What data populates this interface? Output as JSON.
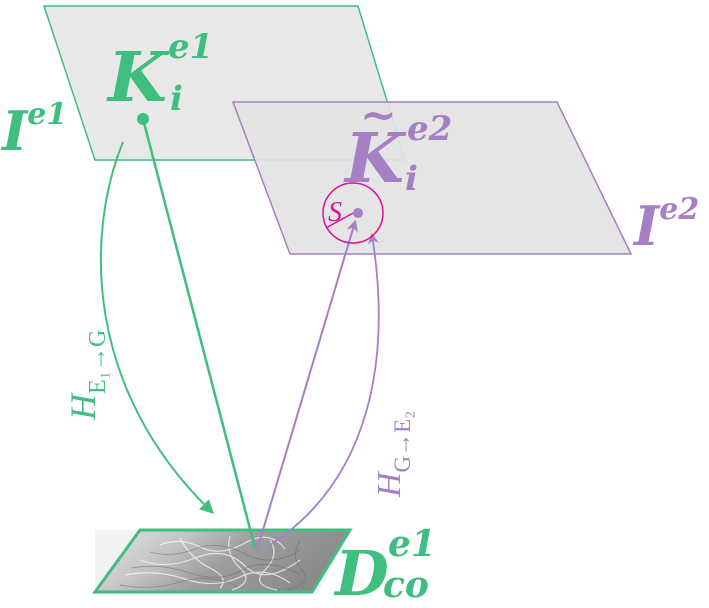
{
  "colors": {
    "green": "#3fbf7f",
    "purple": "#a67fc4",
    "magenta": "#e0109a",
    "plane_fill": "#e8e8e8",
    "dem_fill": "#bdbdbd"
  },
  "plane_e1": {
    "name_base": "I",
    "name_sup": "e1",
    "keypoint_base": "K",
    "keypoint_sub": "i",
    "keypoint_sup": "e1"
  },
  "plane_e2": {
    "name_base": "I",
    "name_sup": "e2",
    "keypoint_tilde": "~",
    "keypoint_base": "K",
    "keypoint_sub": "i",
    "keypoint_sup": "e2",
    "search_radius_label": "S"
  },
  "dem": {
    "label_base": "D",
    "label_sub": "co",
    "label_sup": "e1"
  },
  "transforms": {
    "h_e1_to_g": {
      "base": "H",
      "sub": "E₁→G"
    },
    "h_g_to_e2": {
      "base": "H",
      "sub": "G→E₂"
    }
  }
}
